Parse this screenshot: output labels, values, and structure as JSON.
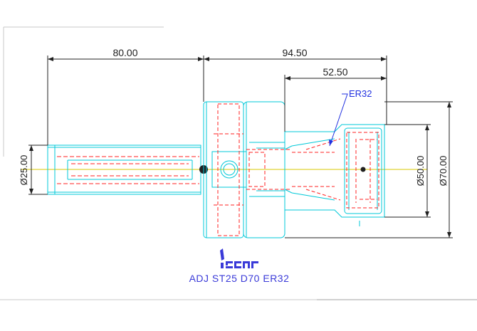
{
  "colors": {
    "outline": "#00c8d8",
    "hidden": "#ff2020",
    "dimension": "#202020",
    "centerline": "#d8c800",
    "leader": "#2030e0",
    "caption": "#3a3ad8"
  },
  "dimensions": {
    "shank_length": "80.00",
    "body_length": "94.50",
    "collet_length": "52.50",
    "shank_diameter": "Ø25.00",
    "collet_diameter": "Ø50.00",
    "body_diameter": "Ø70.00"
  },
  "callout": "ER32",
  "logo": {
    "brand": "iscar"
  },
  "caption": "ADJ ST25 D70 ER32"
}
